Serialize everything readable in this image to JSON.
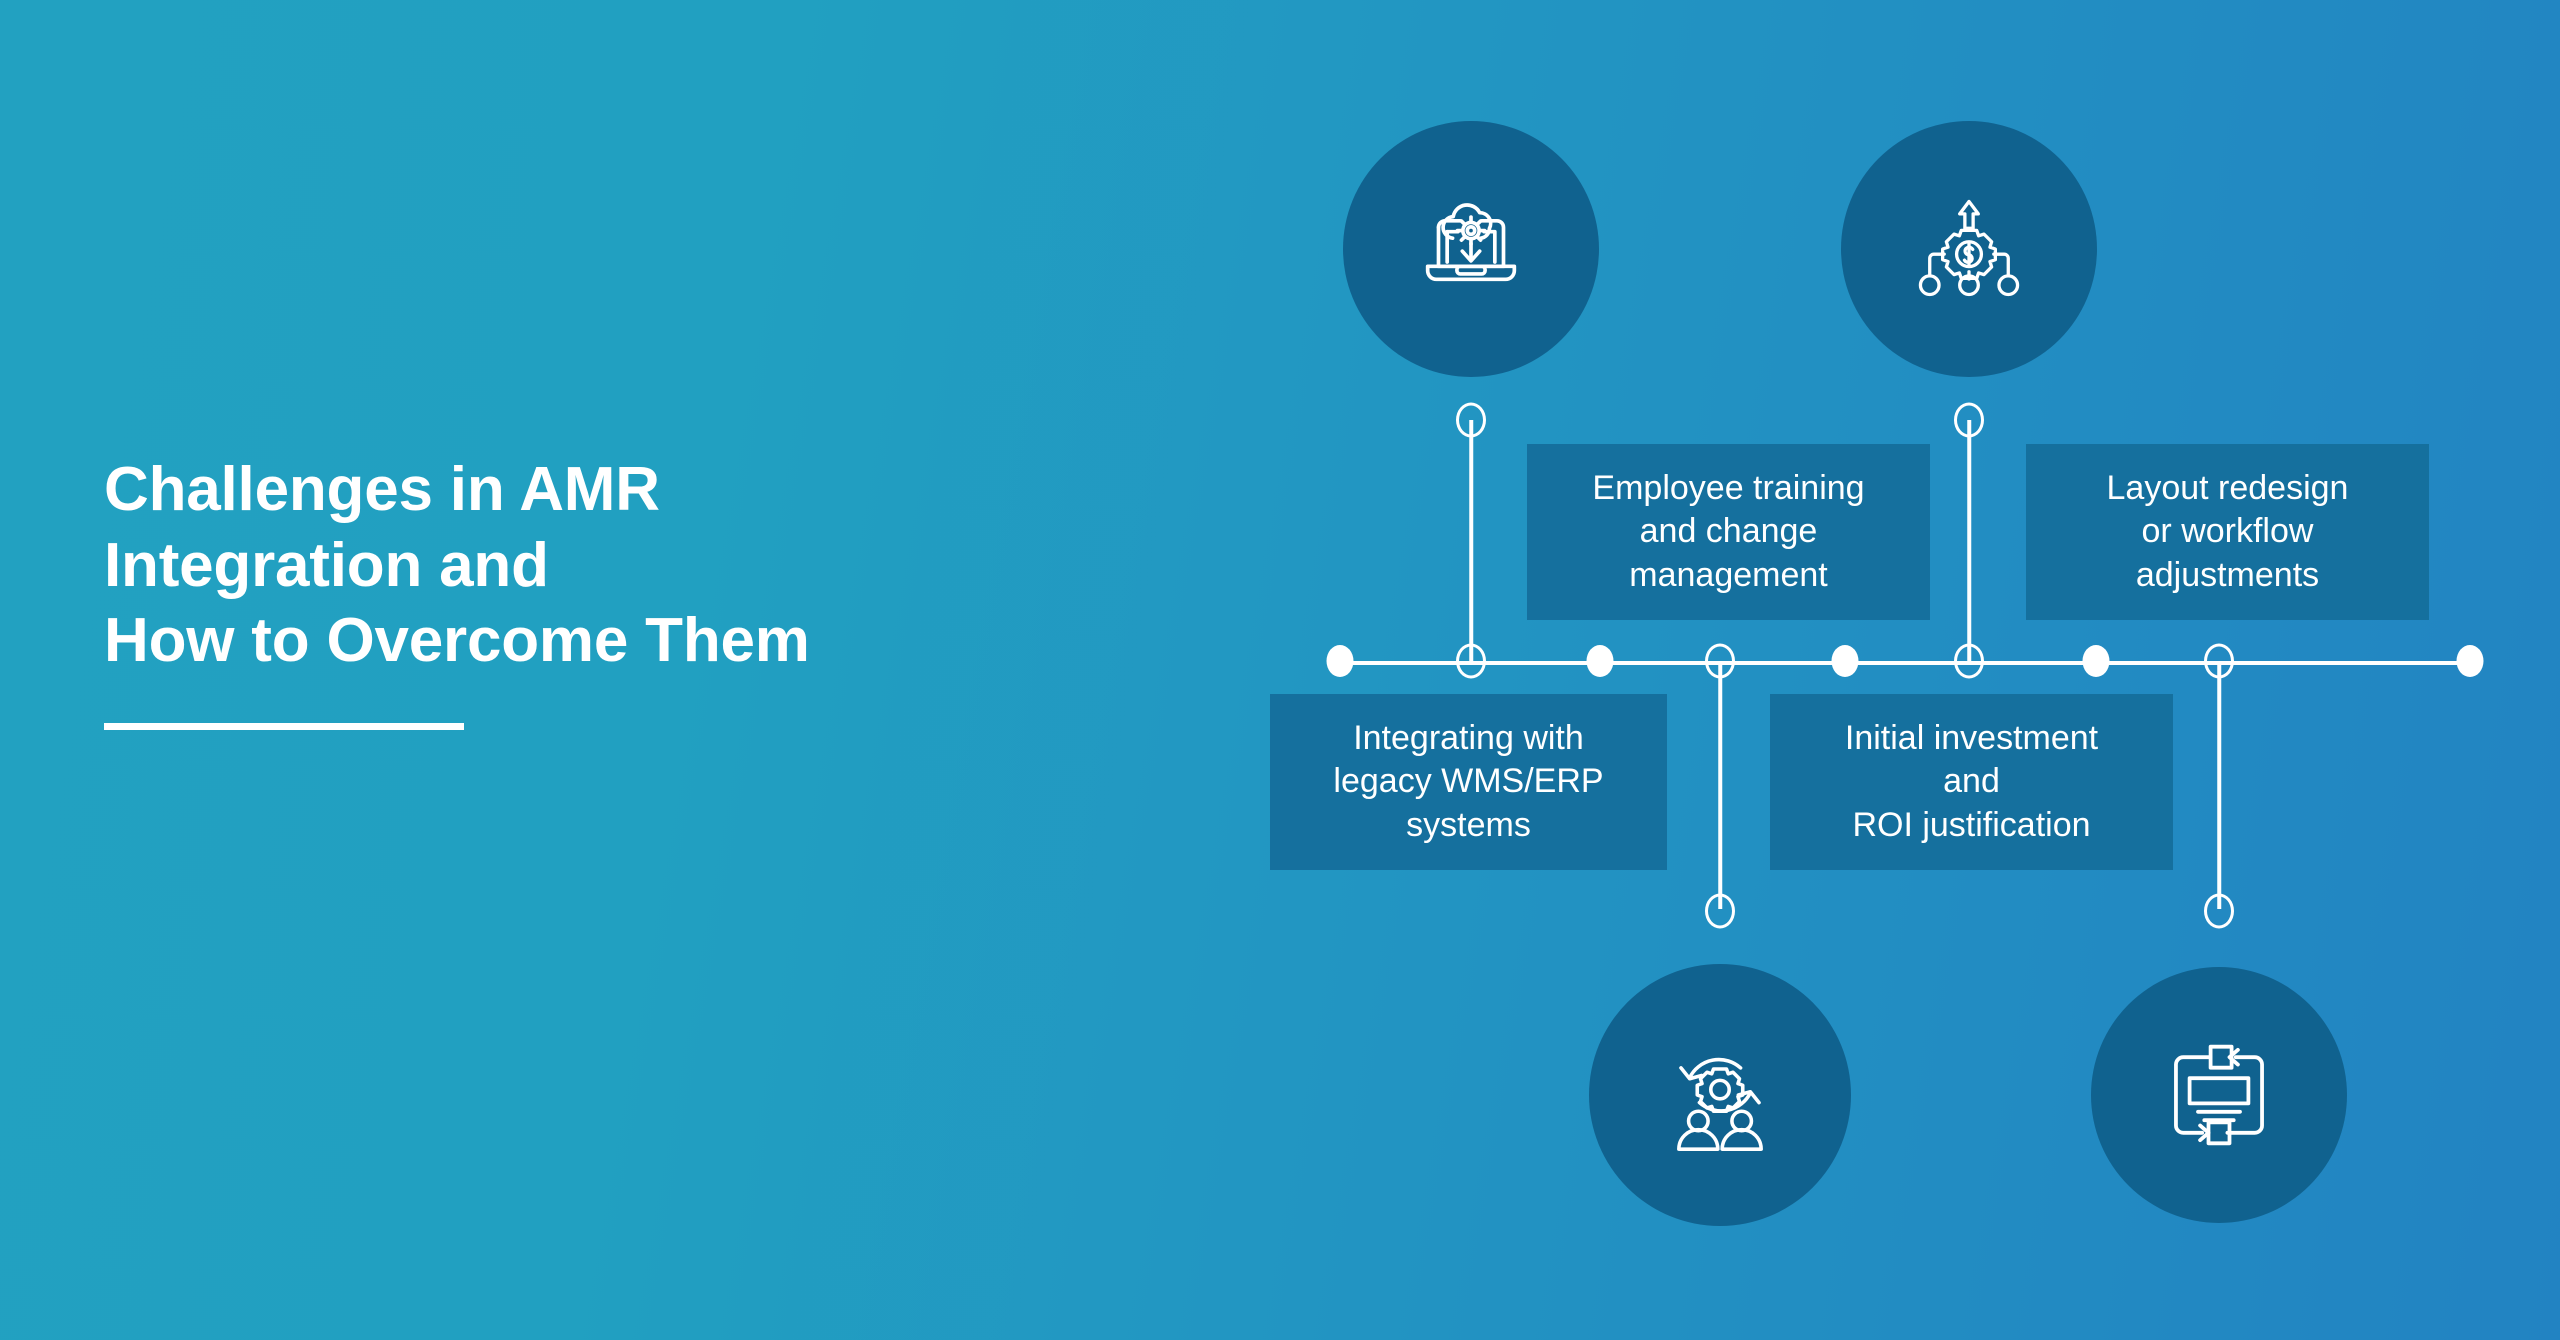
{
  "theme": {
    "bg_left": "#22a1c1",
    "bg_right": "#2283c2",
    "card_bg": "#15709e",
    "circle_bg": "#10628f",
    "line_color": "#ffffff",
    "text_color": "#ffffff"
  },
  "title": {
    "text": "Challenges in AMR\nIntegration and\nHow to Overcome Them"
  },
  "timeline": {
    "cards": [
      {
        "id": "card-employee-training",
        "text": "Employee training\nand change\nmanagement",
        "position": "above"
      },
      {
        "id": "card-layout-redesign",
        "text": "Layout redesign\nor workflow\nadjustments",
        "position": "above"
      },
      {
        "id": "card-legacy-systems",
        "text": "Integrating with\nlegacy WMS/ERP\nsystems",
        "position": "below"
      },
      {
        "id": "card-initial-investment",
        "text": "Initial investment\nand\nROI justification",
        "position": "below"
      }
    ],
    "icons": [
      {
        "id": "icon-cloud-gear-laptop",
        "name": "cloud-gear-laptop-icon",
        "position": "top"
      },
      {
        "id": "icon-roi-gear-network",
        "name": "roi-gear-network-icon",
        "position": "top"
      },
      {
        "id": "icon-people-gear-change",
        "name": "people-gear-change-icon",
        "position": "bottom"
      },
      {
        "id": "icon-workflow-layout",
        "name": "workflow-layout-icon",
        "position": "bottom"
      }
    ],
    "markers": [
      {
        "type": "filled"
      },
      {
        "type": "hollow"
      },
      {
        "type": "filled"
      },
      {
        "type": "hollow"
      },
      {
        "type": "filled"
      },
      {
        "type": "hollow"
      },
      {
        "type": "filled"
      },
      {
        "type": "hollow"
      },
      {
        "type": "filled"
      }
    ]
  }
}
